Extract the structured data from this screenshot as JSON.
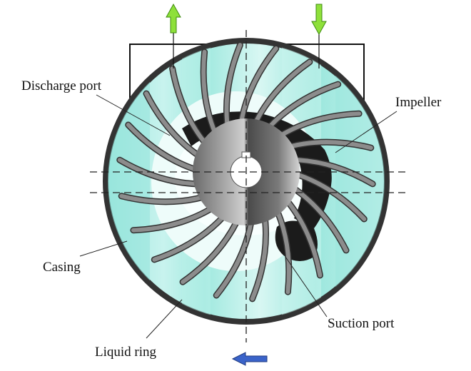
{
  "labels": {
    "discharge_port": "Discharge port",
    "impeller": "Impeller",
    "casing": "Casing",
    "suction_port": "Suction port",
    "liquid_ring": "Liquid ring"
  },
  "flow_arrows": {
    "up": {
      "icon": "arrow-up-icon",
      "color": "#8ee03a"
    },
    "down": {
      "icon": "arrow-down-icon",
      "color": "#8ee03a"
    },
    "left": {
      "icon": "arrow-left-icon",
      "color": "#3a63c9"
    }
  },
  "colors": {
    "casing": "#333333",
    "liquid_light": "#ddf7f3",
    "liquid_mid": "#a7ece2",
    "liquid_deep": "#83e2d6",
    "gas_pocket": "#1b1b1b",
    "hub_light": "#c4c4c4",
    "hub_dark": "#545454",
    "blade": "#8c8c8c"
  }
}
